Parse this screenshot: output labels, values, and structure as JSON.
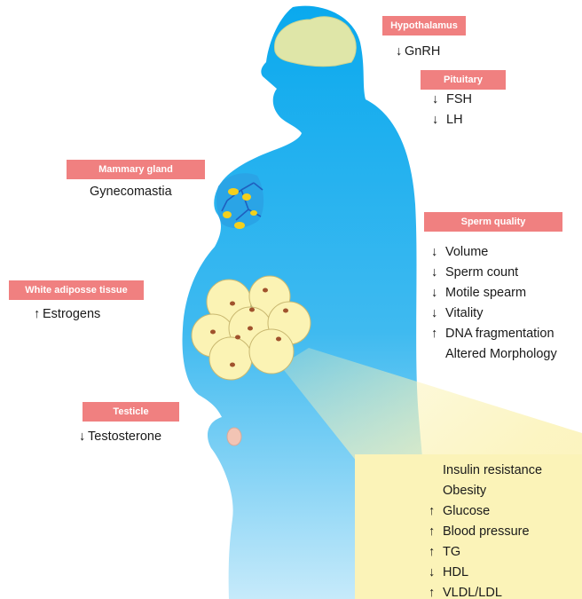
{
  "labels": {
    "hypothalamus": {
      "title": "Hypothalamus",
      "items": [
        {
          "arrow": "↓",
          "text": "GnRH"
        }
      ]
    },
    "pituitary": {
      "title": "Pituitary",
      "items": [
        {
          "arrow": "↓",
          "text": "FSH"
        },
        {
          "arrow": "↓",
          "text": "LH"
        }
      ]
    },
    "mammary": {
      "title": "Mammary gland",
      "items": [
        {
          "arrow": "",
          "text": "Gynecomastia"
        }
      ]
    },
    "sperm": {
      "title": "Sperm quality",
      "items": [
        {
          "arrow": "↓",
          "text": "Volume"
        },
        {
          "arrow": "↓",
          "text": "Sperm count"
        },
        {
          "arrow": "↓",
          "text": "Motile spearm"
        },
        {
          "arrow": "↓",
          "text": "Vitality"
        },
        {
          "arrow": "↑",
          "text": "DNA fragmentation"
        },
        {
          "arrow": "",
          "text": "Altered Morphology"
        }
      ]
    },
    "adipose": {
      "title": "White adiposse tissue",
      "items": [
        {
          "arrow": "↑",
          "text": "Estrogens"
        }
      ]
    },
    "testicle": {
      "title": "Testicle",
      "items": [
        {
          "arrow": "↓",
          "text": "Testosterone"
        }
      ]
    },
    "metabolic": {
      "items": [
        {
          "arrow": "",
          "text": "Insulin resistance"
        },
        {
          "arrow": "",
          "text": "Obesity"
        },
        {
          "arrow": "↑",
          "text": "Glucose"
        },
        {
          "arrow": "↑",
          "text": "Blood pressure"
        },
        {
          "arrow": "↑",
          "text": "TG"
        },
        {
          "arrow": "↓",
          "text": "HDL"
        },
        {
          "arrow": "↑",
          "text": "VLDL/LDL"
        }
      ]
    }
  },
  "colors": {
    "label_fill": "#f08080",
    "body_top": "#0aa9ee",
    "body_bottom": "#c4e9fa",
    "brain": "#dfe6a8",
    "fat_cell": "#fbf3b4",
    "nucleus": "#a0522d",
    "metabolic_box": "#fbf3b8",
    "testicle": "#f2c4b4",
    "mammary_spots": "#f4d01c",
    "mammary_vessels": "#1f5fbf"
  }
}
